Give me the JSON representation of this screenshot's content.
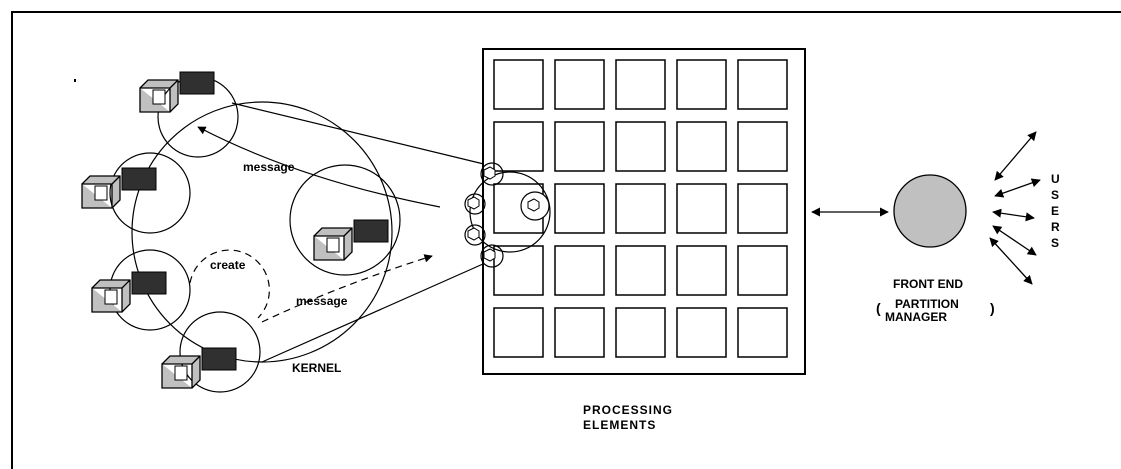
{
  "labels": {
    "message_top": "message",
    "message_bottom": "message",
    "create": "create",
    "kernel": "KERNEL",
    "processing_line1": "PROCESSING",
    "processing_line2": "ELEMENTS",
    "front_end": "FRONT END",
    "partition_line1": "PARTITION",
    "partition_line2": "MANAGER",
    "paren_open": "(",
    "paren_close": ")",
    "users": [
      "U",
      "S",
      "E",
      "R",
      "S"
    ]
  },
  "grid": {
    "rows": 5,
    "cols": 5
  },
  "colors": {
    "stroke": "#000000",
    "terminal_body": "#c0c0c0",
    "terminal_screen": "#303030",
    "front_end_fill": "#c0c0c0",
    "background": "#ffffff"
  }
}
